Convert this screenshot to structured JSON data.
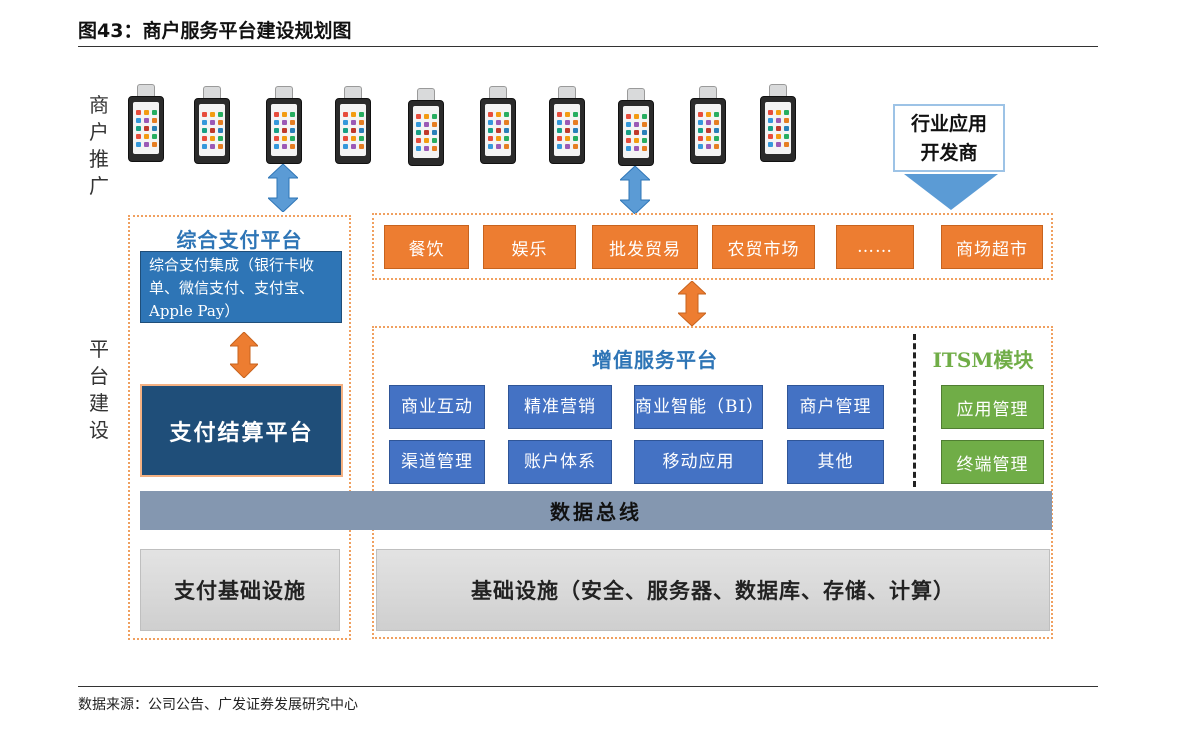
{
  "figure": {
    "title": "图43：商户服务平台建设规划图",
    "source": "数据来源：公司公告、广发证券发展研究中心"
  },
  "side_labels": {
    "merchant_promotion": "商户推广",
    "platform_building": "平台建设"
  },
  "developer_box": {
    "line1": "行业应用",
    "line2": "开发商"
  },
  "industries": [
    "餐饮",
    "娱乐",
    "批发贸易",
    "农贸市场",
    "……",
    "商场超市"
  ],
  "payment_platform": {
    "title": "综合支付平台",
    "integration_text": "综合支付集成（银行卡收单、微信支付、支付宝、Apple Pay）",
    "settlement": "支付结算平台",
    "infrastructure": "支付基础设施"
  },
  "value_added_platform": {
    "title": "增值服务平台",
    "modules_row1": [
      "商业互动",
      "精准营销",
      "商业智能（BI）",
      "商户管理"
    ],
    "modules_row2": [
      "渠道管理",
      "账户体系",
      "移动应用",
      "其他"
    ]
  },
  "itsm": {
    "title": "ITSM模块",
    "modules": [
      "应用管理",
      "终端管理"
    ]
  },
  "data_bus": "数据总线",
  "infrastructure": "基础设施（安全、服务器、数据库、存储、计算）",
  "colors": {
    "orange": "#ed7d31",
    "blue": "#4472c4",
    "navy": "#1f4e79",
    "green": "#70ad47",
    "bus": "#8497b0",
    "arrow_blue": "#5b9bd5",
    "arrow_orange": "#ed7d31"
  }
}
